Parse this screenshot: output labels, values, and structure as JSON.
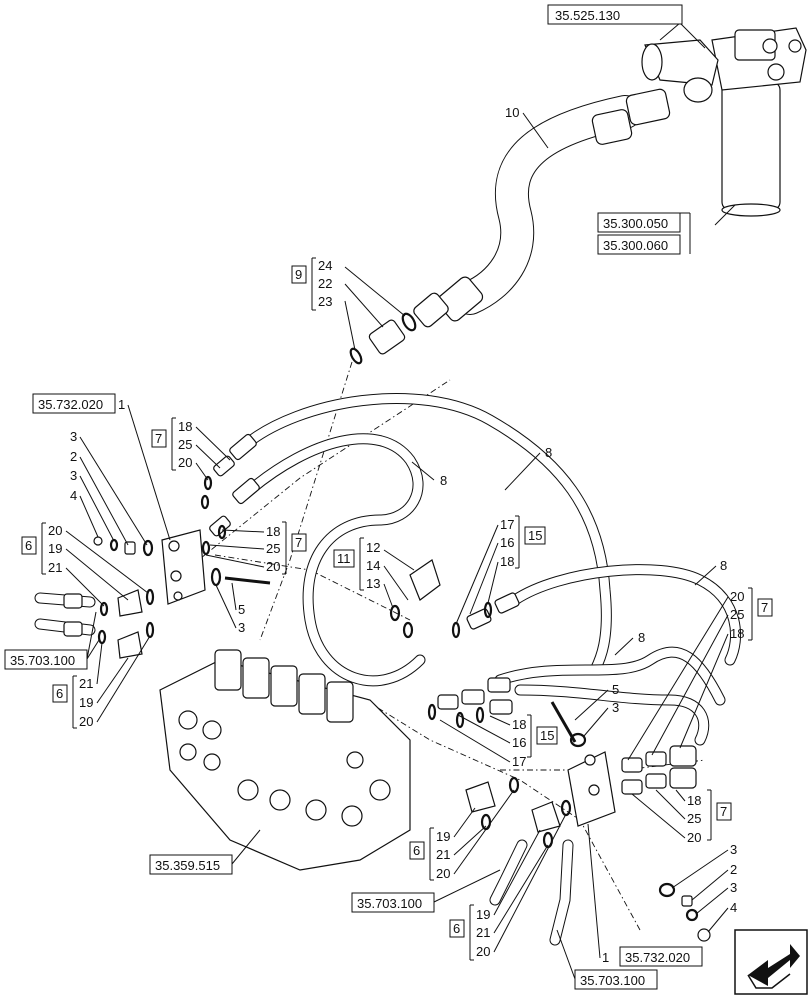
{
  "refs": {
    "r1": "35.525.130",
    "r2": "35.300.050",
    "r3": "35.300.060",
    "r4": "35.732.020",
    "r5": "35.703.100",
    "r6": "35.359.515",
    "r7": "35.703.100",
    "r8": "35.732.020",
    "r9": "35.703.100"
  },
  "groups": {
    "g9": "9",
    "g7a": "7",
    "g7b": "7",
    "g6a": "6",
    "g6b": "6",
    "g11": "11",
    "g15a": "15",
    "g15b": "15",
    "g7c": "7",
    "g7d": "7",
    "g6c": "6",
    "g6d": "6"
  },
  "callouts": {
    "c10": "10",
    "g9_24": "24",
    "g9_22": "22",
    "g9_23": "23",
    "g7a_18": "18",
    "g7a_25": "25",
    "g7a_20": "20",
    "g7b_18": "18",
    "g7b_25": "25",
    "g7b_20": "20",
    "l_1": "1",
    "l_3a": "3",
    "l_2": "2",
    "l_3b": "3",
    "l_4": "4",
    "g6a_20": "20",
    "g6a_19": "19",
    "g6a_21": "21",
    "g6b_21": "21",
    "g6b_19": "19",
    "g6b_20": "20",
    "l_5a": "5",
    "l_3c": "3",
    "g11_12": "12",
    "g11_14": "14",
    "g11_13": "13",
    "g15a_17": "17",
    "g15a_16": "16",
    "g15a_18": "18",
    "c8a": "8",
    "c8b": "8",
    "c8c": "8",
    "c8d": "8",
    "g7c_20": "20",
    "g7c_25": "25",
    "g7c_18": "18",
    "g15b_18": "18",
    "g15b_16": "16",
    "g15b_17": "17",
    "l_5b": "5",
    "l_3d": "3",
    "g7d_18": "18",
    "g7d_25": "25",
    "g7d_20": "20",
    "g6c_19": "19",
    "g6c_21": "21",
    "g6c_20": "20",
    "g6d_19": "19",
    "g6d_21": "21",
    "g6d_20": "20",
    "r_3a": "3",
    "r_2": "2",
    "r_3b": "3",
    "r_4": "4",
    "r_1": "1"
  },
  "icons": {
    "nav": "next-page-arrow-icon"
  }
}
